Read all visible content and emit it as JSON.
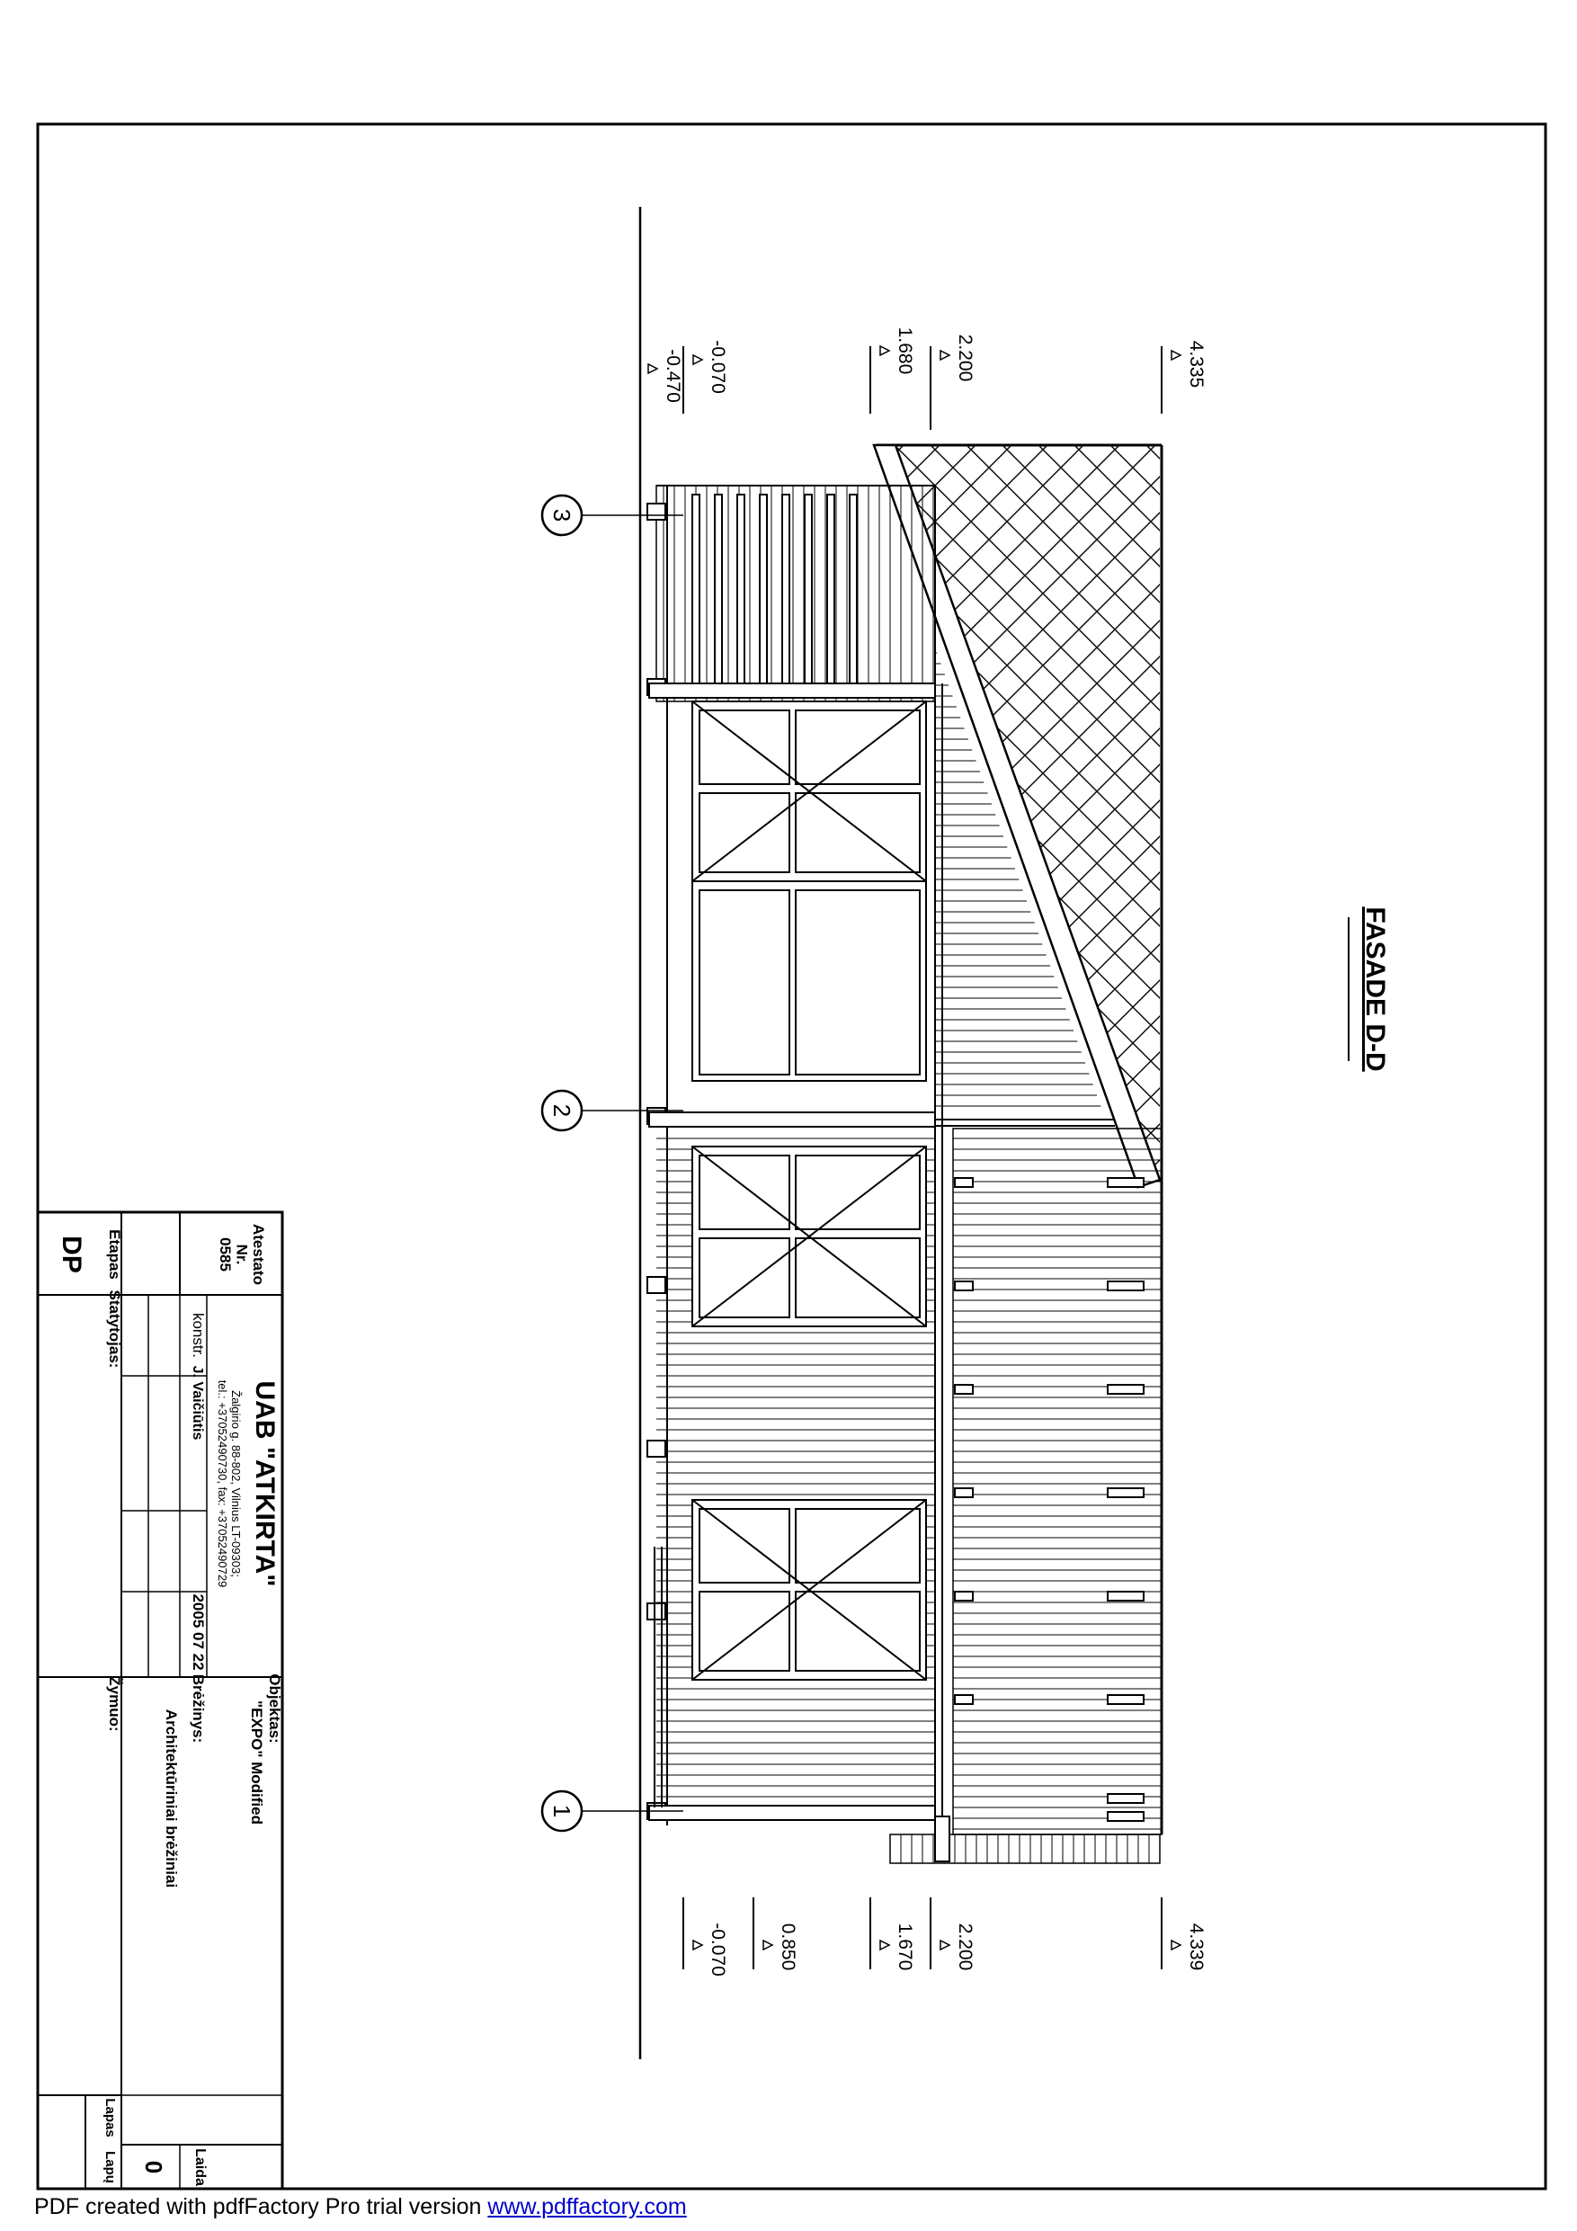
{
  "drawing": {
    "title": "FASADE D-D",
    "axes": [
      "3",
      "2",
      "1"
    ],
    "levels_top": [
      "-0.070",
      "-0.470",
      "1.680",
      "2.200",
      "4.335"
    ],
    "levels_bottom": [
      "-0.070",
      "0.850",
      "1.670",
      "2.200",
      "4.339"
    ]
  },
  "title_block": {
    "atestato_label": "Atestato\nNr.",
    "atestato_value": "0585",
    "etapas_label": "Etapas",
    "etapas_value": "DP",
    "company": "UAB \"ATKIRTA\"",
    "address": "Žalgirio g. 88-802, Vilnius LT-09303;",
    "phone": "tel.: +37052490730, fax: +37052490729",
    "konstr_label": "konstr.",
    "konstr_value": "J. Vaičiūtis",
    "date": "2005 07 22",
    "statytojas_label": "Statytojas:",
    "objektas_label": "Objektas:",
    "objektas_value": "\"EXPO\" Modified",
    "breziniai_label": "Brėžinys:",
    "breziniai_value": "Architektūriniai brėžiniai",
    "zymuo_label": "Žymuo:",
    "laida_label": "Laida",
    "laida_value": "0",
    "lapas_label": "Lapas",
    "lapu_label": "Lapų"
  },
  "footer": {
    "text": "PDF created with pdfFactory Pro trial version ",
    "link": "www.pdffactory.com"
  }
}
